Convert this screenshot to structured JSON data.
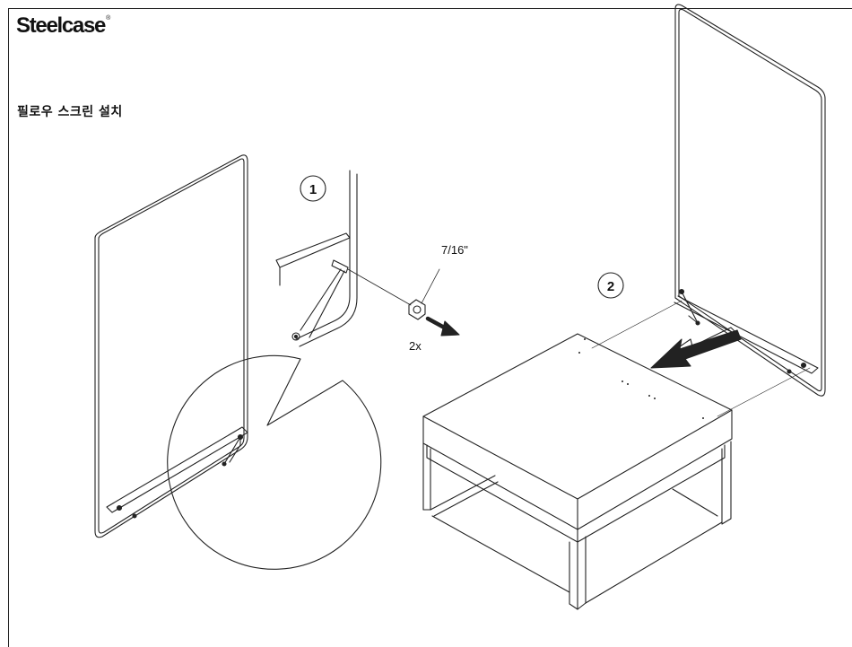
{
  "brand": {
    "name": "Steelcase",
    "mark": "®"
  },
  "title": "필로우 스크린 설치",
  "steps": [
    {
      "number": "1",
      "size_label": "7/16\"",
      "quantity_label": "2x"
    },
    {
      "number": "2"
    }
  ]
}
